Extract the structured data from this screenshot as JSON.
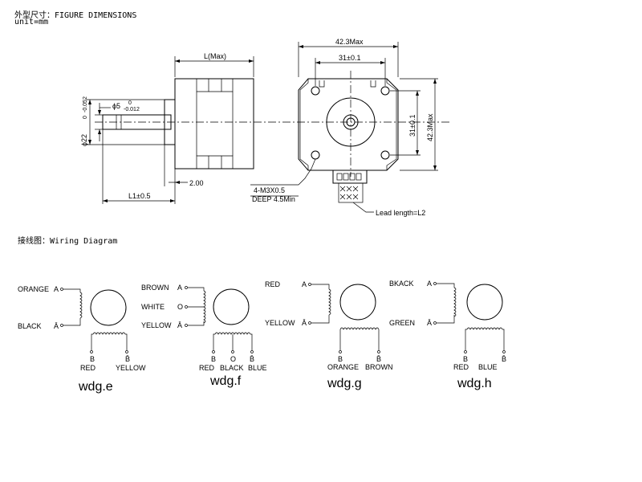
{
  "header": {
    "title": "外型尺寸：FIGURE DIMENSIONS",
    "unit": "unit=mm",
    "wiring_title": "接线图：Wiring Diagram"
  },
  "dimensions": {
    "length": "L(Max)",
    "width_max": "42.3Max",
    "hole_spacing_h": "31±0.1",
    "hole_spacing_v": "31±0.1",
    "height_max": "42.3Max",
    "shaft_dia_value": "ϕ5",
    "shaft_dia_tol_top": "0",
    "shaft_dia_tol_bottom": "-0.012",
    "boss_dia": "ϕ22",
    "boss_dia_tol_top": "0",
    "boss_dia_tol_bottom": "-0.052",
    "flange_thk": "2.00",
    "shaft_length": "L1±0.5",
    "thread_spec": "4-M3X0.5",
    "thread_depth": "DEEP 4.5Min",
    "lead_length": "Lead length=L2"
  },
  "wiring": [
    {
      "label": "wdg.e",
      "top_left": "ORANGE",
      "top_pin": "A",
      "bot_left": "BLACK",
      "bot_pin": "Ā",
      "left_pins": [
        "A",
        "Ā"
      ],
      "b_pins": [
        "B",
        "B̄"
      ],
      "b_colors": [
        "RED",
        "YELLOW"
      ]
    },
    {
      "label": "wdg.f",
      "top_left": "BROWN",
      "mid_left": "WHITE",
      "bot_left": "YELLOW",
      "left_pins": [
        "A",
        "O",
        "Ā"
      ],
      "b_pins": [
        "B",
        "O",
        "B̄"
      ],
      "b_colors": [
        "RED",
        "BLACK",
        "BLUE"
      ]
    },
    {
      "label": "wdg.g",
      "top_left": "RED",
      "bot_left": "YELLOW",
      "left_pins": [
        "A",
        "Ā"
      ],
      "b_pins": [
        "B",
        "B̄"
      ],
      "b_colors": [
        "ORANGE",
        "BROWN"
      ]
    },
    {
      "label": "wdg.h",
      "top_left": "BKACK",
      "bot_left": "GREEN",
      "left_pins": [
        "A",
        "Ā"
      ],
      "b_pins": [
        "B",
        "B̄"
      ],
      "b_colors": [
        "RED",
        "BLUE"
      ]
    }
  ]
}
